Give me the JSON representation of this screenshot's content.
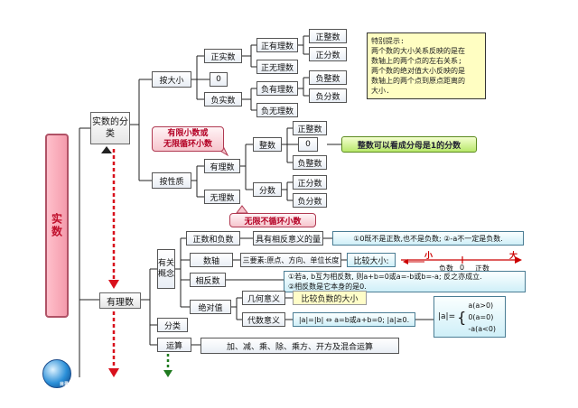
{
  "title": "实数",
  "classification": "实数的分类",
  "by_size": "按大小",
  "by_nature": "按性质",
  "positive_real": "正实数",
  "zero": "0",
  "negative_real": "负实数",
  "pos_rational": "正有理数",
  "pos_irrational": "正无理数",
  "neg_rational": "负有理数",
  "neg_irrational": "负无理数",
  "pos_integer": "正整数",
  "pos_fraction": "正分数",
  "neg_integer": "负整数",
  "neg_fraction": "负分数",
  "rational": "有理数",
  "irrational": "无理数",
  "integer": "整数",
  "fraction": "分数",
  "finite_decimal": "有限小数或\n无限循环小数",
  "infinite_nonrepeating": "无限不循环小数",
  "integer_as_fraction": "整数可以看成分母是1的分数",
  "tip": "特别提示:\n两个数的大小关系反映的是在\n数轴上的两个点的左右关系;\n两个数的绝对值大小反映的是\n数轴上的两个点到原点距离的\n大小.",
  "rational_main": "有理数",
  "related_concepts": "有关\n概念",
  "classify": "分类",
  "operations": "运算",
  "pos_neg_nums": "正数和负数",
  "opposite_meaning": "具有相反意义的量",
  "zero_note": "①0既不是正数,也不是负数; ②-a不一定是负数.",
  "number_line": "数轴",
  "three_elements": "三要素:原点、方向、单位长度",
  "compare_size": "比较大小:",
  "small": "小",
  "big": "大",
  "neg_label": "负数",
  "zero_label": "0",
  "pos_label": "正数",
  "opposite_num": "相反数",
  "opposite_note": "①若a, b互为相反数, 则a+b=0或a=-b或b=-a; 反之亦成立.\n②相反数是它本身的是0.",
  "abs_value": "绝对值",
  "geo_meaning": "几何意义",
  "compare_neg": "比较负数的大小",
  "alg_meaning": "代数意义",
  "abs_formula": "|a|=|b| ⇔ a=b或a+b=0; |a|≥0.",
  "abs_def_lhs": "|a|=",
  "abs_case_1": "a(a>0)",
  "abs_case_2": "0(a=0)",
  "abs_case_3": "-a(a<0)",
  "ops_list": "加、减、乘、除、乘方、开方及混合运算",
  "globe_label": "目录",
  "colors": {
    "red": "#d8101c",
    "green": "#1f7a1f",
    "pink": "#f49bac",
    "cyan": "#cfeff8"
  }
}
